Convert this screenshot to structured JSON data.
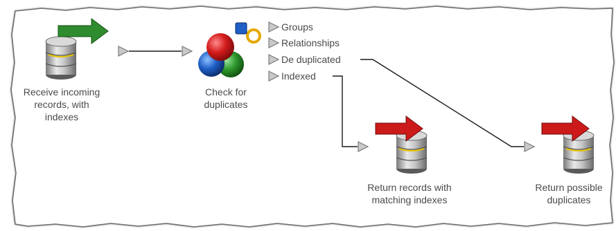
{
  "nodes": {
    "receive": {
      "label_lines": [
        "Receive incoming",
        "records, with",
        "indexes"
      ],
      "icon": "database-arrow-in-icon",
      "arrow_color": "#2e8b2e"
    },
    "check": {
      "label_lines": [
        "Check for",
        "duplicates"
      ],
      "icon": "dedupe-spheres-icon"
    },
    "return_matching": {
      "label_lines": [
        "Return records with",
        "matching indexes"
      ],
      "icon": "database-arrow-out-icon",
      "arrow_color": "#cc1a1a"
    },
    "return_duplicates": {
      "label_lines": [
        "Return possible",
        "duplicates"
      ],
      "icon": "database-arrow-out-icon",
      "arrow_color": "#cc1a1a"
    }
  },
  "outputs": [
    "Groups",
    "Relationships",
    "De duplicated",
    "Indexed"
  ],
  "colors": {
    "line": "#1a1a1a",
    "port_fill": "#c9c9c9",
    "port_stroke": "#7a7a7a",
    "text": "#4a4a4a",
    "torn_edge": "#9a9a9a"
  }
}
